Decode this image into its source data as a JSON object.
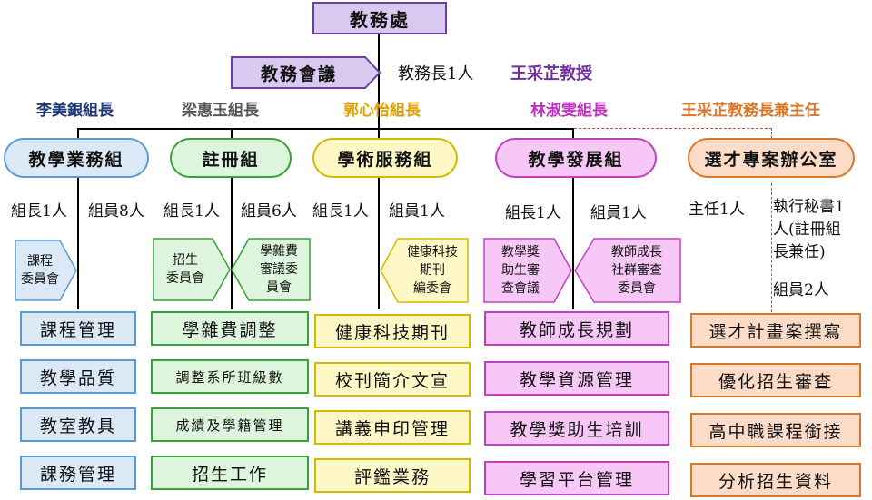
{
  "office": "教務處",
  "meeting": "教務會議",
  "dean": {
    "title": "教務長1人",
    "name": "王采芷教授"
  },
  "leaders": [
    "李美銀組長",
    "梁惠玉組長",
    "郭心怡組長",
    "林淑雯組長",
    "王采芷教務長兼主任"
  ],
  "units": [
    {
      "name": "教學業務組",
      "staff_a": "組長1人",
      "staff_b": "組員8人",
      "committee": "課程\n委員會",
      "tasks": [
        "課程管理",
        "教學品質",
        "教室教具",
        "課務管理"
      ]
    },
    {
      "name": "註冊組",
      "staff_a": "組長1人",
      "staff_b": "組員6人",
      "committee": "招生\n委員會",
      "committee2": "學雜費\n審議委\n員會",
      "tasks": [
        "學雜費調整",
        "調整系所班級數",
        "成績及學籍管理",
        "招生工作"
      ]
    },
    {
      "name": "學術服務組",
      "staff_a": "組長1人",
      "staff_b": "組員1人",
      "committee": "健康科技\n期刊\n編委會",
      "tasks": [
        "健康科技期刊",
        "校刊簡介文宣",
        "講義申印管理",
        "評鑑業務"
      ]
    },
    {
      "name": "教學發展組",
      "staff_a": "組長1人",
      "staff_b": "組員1人",
      "committee": "教學獎\n助生審\n查會議",
      "committee2": "教師成長\n社群審查\n委員會",
      "tasks": [
        "教師成長規劃",
        "教學資源管理",
        "教學獎助生培訓",
        "學習平台管理"
      ]
    },
    {
      "name": "選才專案辦公室",
      "staff_a": "主任1人",
      "staff_b": "執行秘書1\n人(註冊組\n長兼任)",
      "staff_c": "組員2人",
      "tasks": [
        "選才計畫案撰寫",
        "優化招生審查",
        "高中職課程銜接",
        "分析招生資料"
      ]
    }
  ],
  "colors": {
    "blue": "#5b9bd5",
    "blue_fill": "#dbe9f7",
    "green": "#3aa13a",
    "green_fill": "#dcf5dc",
    "yellow": "#d6b800",
    "yellow_fill": "#fdf8c6",
    "magenta": "#c040c0",
    "magenta_fill": "#f7c8f7",
    "orange": "#d9772a",
    "orange_fill": "#fcdcc6",
    "purple": "#6b3fa0",
    "purple_fill": "#d9c9f0"
  }
}
